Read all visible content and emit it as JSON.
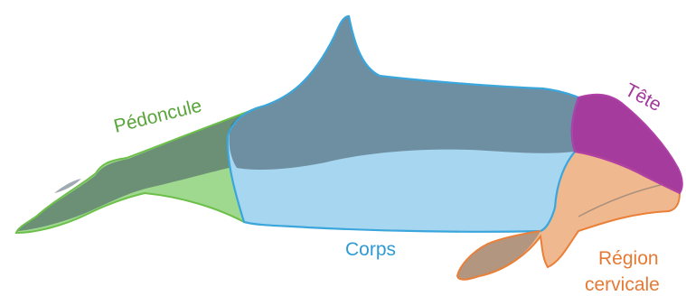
{
  "labels": {
    "peduncle": "Pédoncule",
    "body": "Corps",
    "head": "Tête",
    "cervical_line1": "Région",
    "cervical_line2": "cervicale"
  },
  "colors": {
    "peduncle_fill": "#9fd88f",
    "peduncle_stroke": "#6cc04a",
    "peduncle_text": "#5aa53a",
    "body_fill": "#a7d6f0",
    "body_stroke": "#3aa6dc",
    "body_text": "#2f9bd3",
    "head_fill": "#a53b9d",
    "head_stroke": "#b040a8",
    "head_text": "#a3399c",
    "cervical_fill": "#f0b88e",
    "cervical_stroke": "#ea7f38",
    "cervical_text": "#e57a35",
    "animal_dark": "#3f5563"
  }
}
